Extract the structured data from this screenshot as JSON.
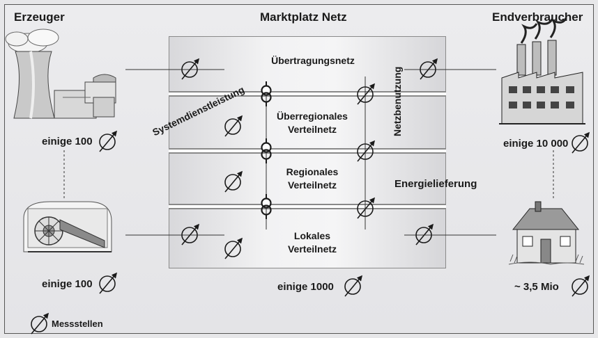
{
  "columns": {
    "left_title": "Erzeuger",
    "center_title": "Marktplatz Netz",
    "right_title": "Endverbraucher"
  },
  "network_levels": [
    {
      "label": "Übertragungsnetz"
    },
    {
      "label": "Überregionales\nVerteilnetz"
    },
    {
      "label": "Regionales\nVerteilnetz"
    },
    {
      "label": "Lokales\nVerteilnetz"
    }
  ],
  "rotated_labels": {
    "system_services": "Systemdienstleistung",
    "grid_usage": "Netzbenutzung"
  },
  "energy_supply": "Energielieferung",
  "counts": {
    "producer_top": "einige 100",
    "producer_bottom": "einige 100",
    "network": "einige 1000",
    "consumer_industry": "einige 10 000",
    "consumer_households": "~ 3,5 Mio"
  },
  "legend": {
    "label": "Messstellen",
    "icon": "meter-icon"
  },
  "icons": {
    "power_plant": "power-plant-icon",
    "hydro_plant": "hydro-plant-icon",
    "factory": "factory-icon",
    "house": "house-icon",
    "transformer": "transformer-icon"
  },
  "colors": {
    "network_fill": "#f2f2f3",
    "frame_background": "#e7e7e9",
    "ink": "#1a1a1a"
  }
}
